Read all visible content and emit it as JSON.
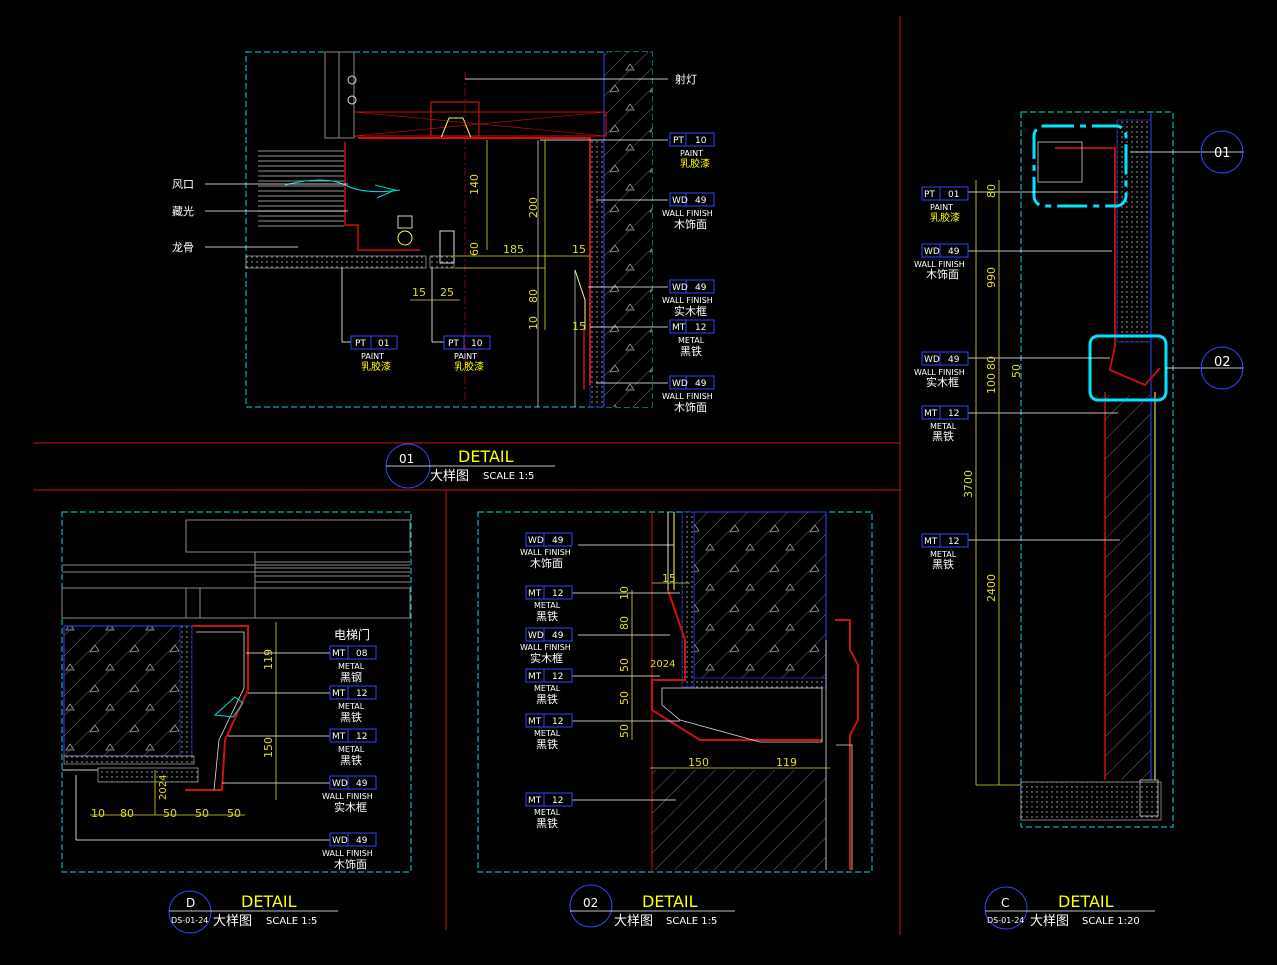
{
  "colors": {
    "background": "#000000",
    "frame": "#00dddd",
    "section_line": "#cc1111",
    "dimension": "#dddd22",
    "tag_box": "#3344ff",
    "label": "#ffffff",
    "title": "#ffff00",
    "highlight": "#00e5ff"
  },
  "views": {
    "v01": {
      "title_number": "01",
      "title": "DETAIL",
      "subtitle_cn": "大样图",
      "scale": "SCALE  1:5",
      "left_labels": [
        "风口",
        "藏光",
        "龙骨"
      ],
      "leader_label": "射灯",
      "dims": [
        "140",
        "200",
        "60",
        "185",
        "15",
        "80",
        "10",
        "15",
        "15",
        "25"
      ],
      "tags": [
        {
          "code": "PT",
          "num": "10",
          "line1": "PAINT",
          "line2": "乳胶漆"
        },
        {
          "code": "WD",
          "num": "49",
          "line1": "WALL FINISH",
          "line2": "木饰面"
        },
        {
          "code": "WD",
          "num": "49",
          "line1": "WALL FINISH",
          "line2": "实木框"
        },
        {
          "code": "MT",
          "num": "12",
          "line1": "METAL",
          "line2": "黑铁"
        },
        {
          "code": "WD",
          "num": "49",
          "line1": "WALL FINISH",
          "line2": "木饰面"
        }
      ],
      "bottom_tags": [
        {
          "code": "PT",
          "num": "01",
          "line1": "PAINT",
          "line2": "乳胶漆"
        },
        {
          "code": "PT",
          "num": "10",
          "line1": "PAINT",
          "line2": "乳胶漆"
        }
      ]
    },
    "vD": {
      "title_number": "D",
      "sheet_ref": "DS-01-24",
      "title": "DETAIL",
      "subtitle_cn": "大样图",
      "scale": "SCALE  1:5",
      "top_label": "电梯门",
      "dims": [
        "119",
        "150",
        "10",
        "80",
        "50",
        "50",
        "50",
        "2024"
      ],
      "tags": [
        {
          "code": "MT",
          "num": "08",
          "line1": "METAL",
          "line2": "黑钢"
        },
        {
          "code": "MT",
          "num": "12",
          "line1": "METAL",
          "line2": "黑铁"
        },
        {
          "code": "MT",
          "num": "12",
          "line1": "METAL",
          "line2": "黑铁"
        },
        {
          "code": "WD",
          "num": "49",
          "line1": "WALL FINISH",
          "line2": "实木框"
        },
        {
          "code": "WD",
          "num": "49",
          "line1": "WALL FINISH",
          "line2": "木饰面"
        }
      ]
    },
    "v02": {
      "title_number": "02",
      "title": "DETAIL",
      "subtitle_cn": "大样图",
      "scale": "SCALE  1:5",
      "dims": [
        "10",
        "15",
        "80",
        "50",
        "2024",
        "50",
        "50",
        "150",
        "119"
      ],
      "tags": [
        {
          "code": "WD",
          "num": "49",
          "line1": "WALL FINISH",
          "line2": "木饰面"
        },
        {
          "code": "MT",
          "num": "12",
          "line1": "METAL",
          "line2": "黑铁"
        },
        {
          "code": "WD",
          "num": "49",
          "line1": "WALL FINISH",
          "line2": "实木框"
        },
        {
          "code": "MT",
          "num": "12",
          "line1": "METAL",
          "line2": "黑铁"
        },
        {
          "code": "MT",
          "num": "12",
          "line1": "METAL",
          "line2": "黑铁"
        },
        {
          "code": "MT",
          "num": "12",
          "line1": "METAL",
          "line2": "黑铁"
        }
      ]
    },
    "vC": {
      "title_number": "C",
      "sheet_ref": "DS-01-24",
      "title": "DETAIL",
      "subtitle_cn": "大样图",
      "scale": "SCALE  1:20",
      "callouts": [
        "01",
        "02"
      ],
      "dims": [
        "80",
        "990",
        "100",
        "80",
        "50",
        "3700",
        "2400"
      ],
      "tags": [
        {
          "code": "PT",
          "num": "01",
          "line1": "PAINT",
          "line2": "乳胶漆"
        },
        {
          "code": "WD",
          "num": "49",
          "line1": "WALL FINISH",
          "line2": "木饰面"
        },
        {
          "code": "WD",
          "num": "49",
          "line1": "WALL FINISH",
          "line2": "实木框"
        },
        {
          "code": "MT",
          "num": "12",
          "line1": "METAL",
          "line2": "黑铁"
        },
        {
          "code": "MT",
          "num": "12",
          "line1": "METAL",
          "line2": "黑铁"
        }
      ]
    }
  }
}
